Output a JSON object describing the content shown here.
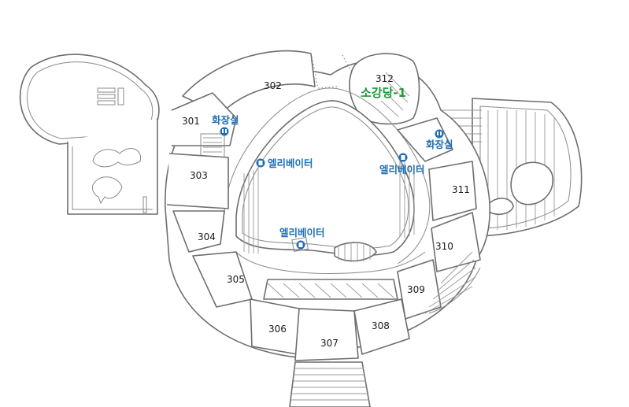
{
  "rooms": {
    "r301": "301",
    "r302": "302",
    "r303": "303",
    "r304": "304",
    "r305": "305",
    "r306": "306",
    "r307": "307",
    "r308": "308",
    "r309": "309",
    "r310": "310",
    "r311": "311",
    "r312": "312"
  },
  "facilities": {
    "restroom_left": "화장실",
    "restroom_right": "화장실",
    "elevator_left": "엘리베이터",
    "elevator_right": "엘리베이터",
    "elevator_center": "엘리베이터",
    "small_auditorium": "소강당-1"
  },
  "icons": {
    "restroom": "restroom-pin-icon",
    "elevator": "elevator-pin-icon"
  },
  "colors": {
    "facility_blue": "#1f6fb6",
    "hall_green": "#1c9a3a",
    "wall_gray": "#6e6e6e"
  }
}
